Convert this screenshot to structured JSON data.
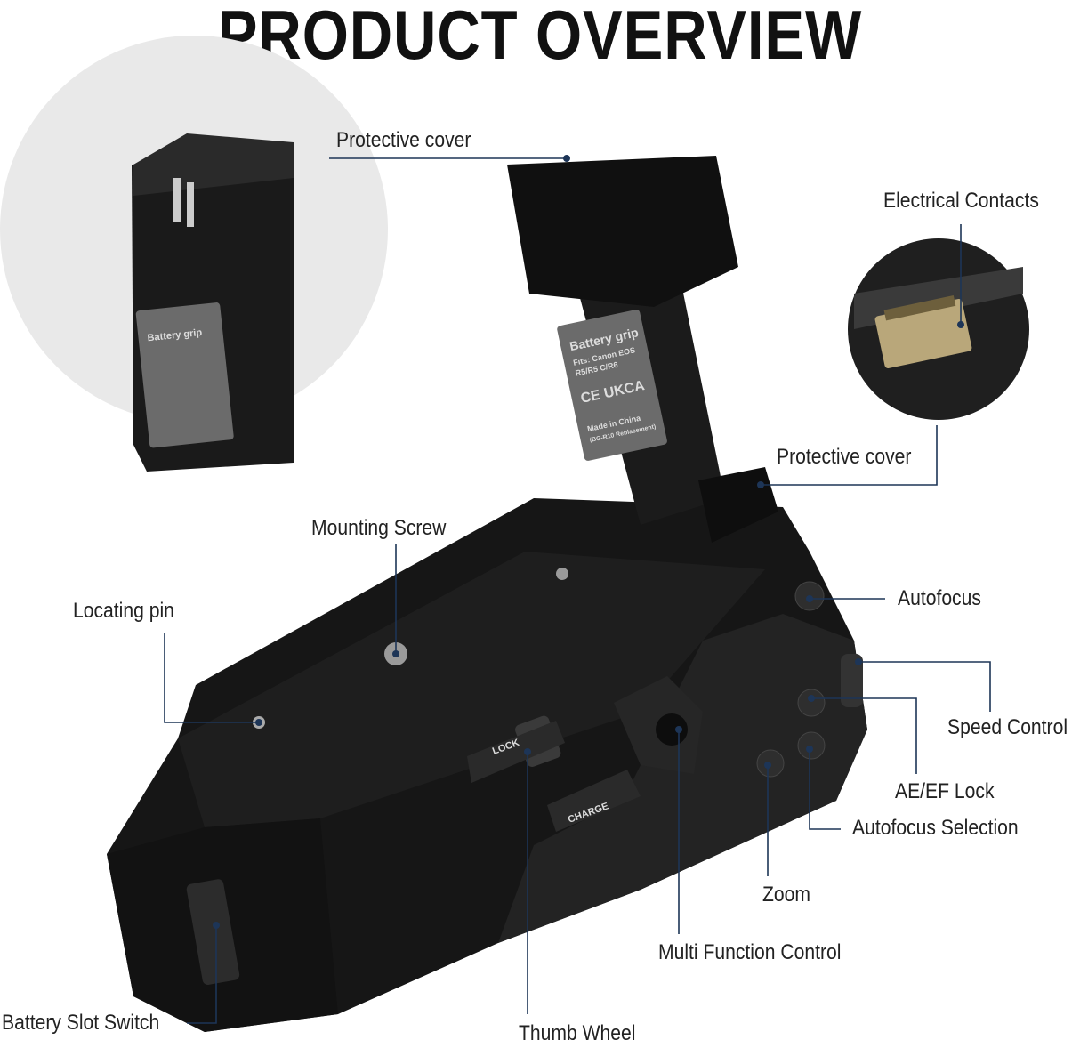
{
  "title": "PRODUCT OVERVIEW",
  "sticker": {
    "line1": "Battery grip",
    "line2": "Fits: Canon EOS",
    "line3": "R5/R5 C/R6",
    "marks": "CE UKCA",
    "line4": "Made in China",
    "line5": "(BG-R10 Replacement)"
  },
  "switch_labels": {
    "lock": "LOCK",
    "charge": "CHARGE"
  },
  "callouts": {
    "protective_cover_top": "Protective cover",
    "electrical_contacts": "Electrical Contacts",
    "protective_cover_side": "Protective cover",
    "mounting_screw": "Mounting Screw",
    "locating_pin": "Locating pin",
    "autofocus": "Autofocus",
    "speed_control": "Speed Control",
    "ae_ef_lock": "AE/EF Lock",
    "autofocus_selection": "Autofocus Selection",
    "zoom": "Zoom",
    "multi_function_control": "Multi Function Control",
    "thumb_wheel": "Thumb Wheel",
    "battery_slot_switch": "Battery Slot Switch"
  },
  "colors": {
    "leader": "#1d3557",
    "body": "#161616"
  }
}
